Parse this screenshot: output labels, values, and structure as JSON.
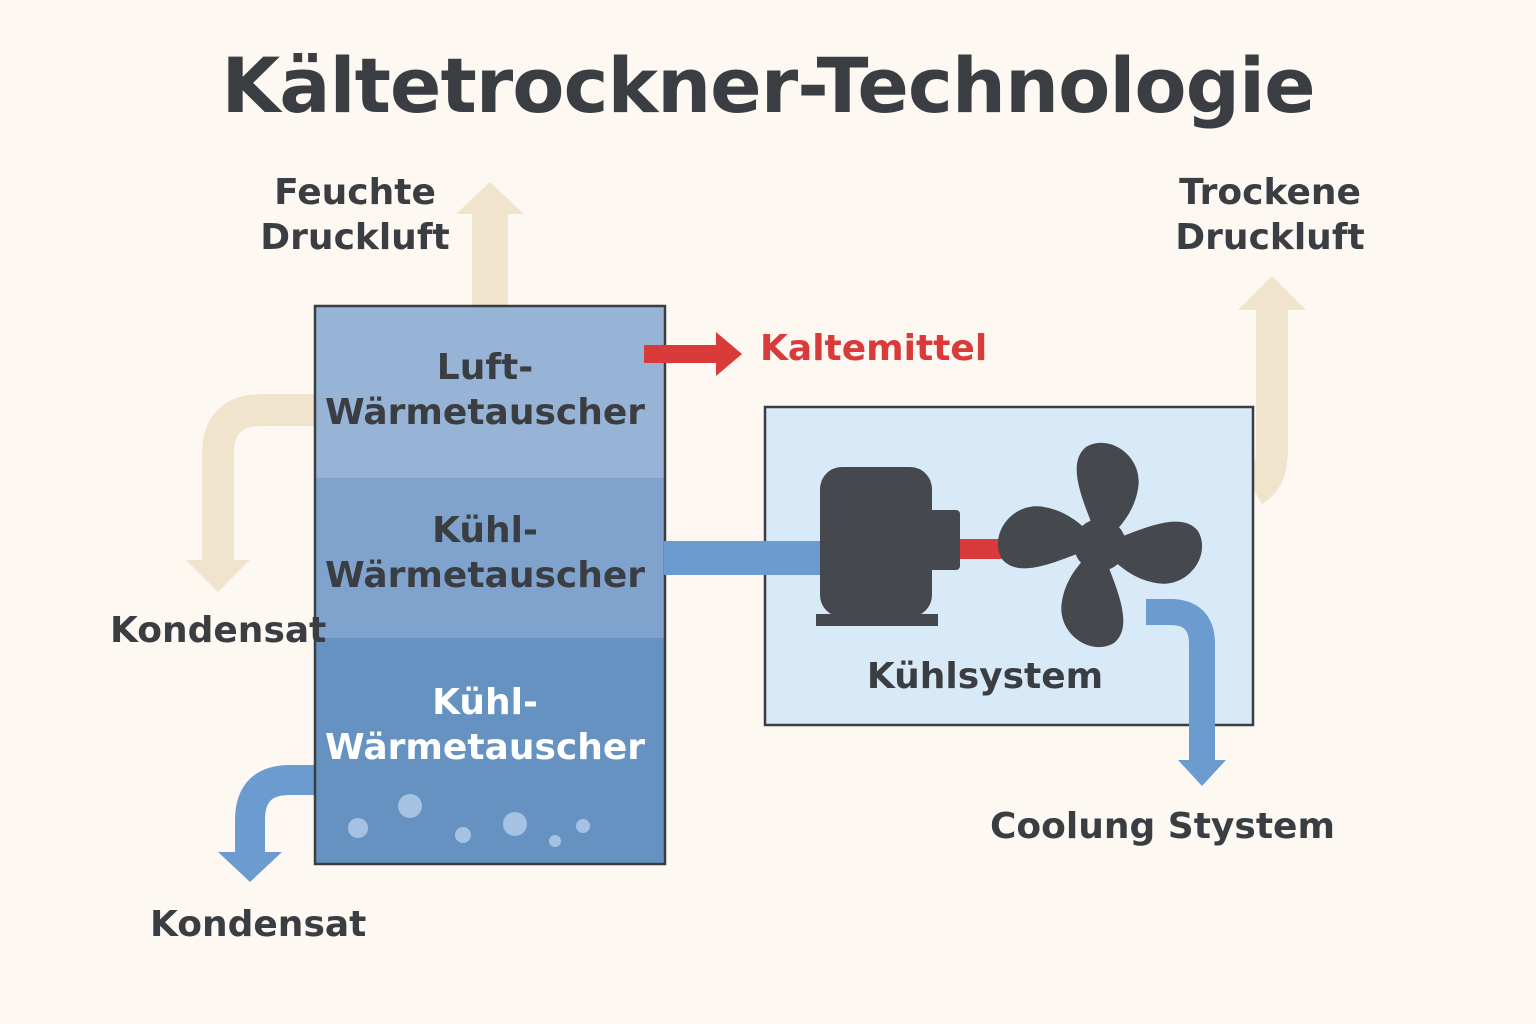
{
  "title": "Kältetrockner-Technologie",
  "inputs": {
    "moist_air_line1": "Feuchte",
    "moist_air_line2": "Druckluft",
    "dry_air_line1": "Trockene",
    "dry_air_line2": "Druckluft",
    "refrigerant": "Kaltemittel"
  },
  "exchanger": {
    "section1_line1": "Luft-",
    "section1_line2": "Wärmetauscher",
    "section2_line1": "Kühl-",
    "section2_line2": "Wärmetauscher",
    "section3_line1": "Kühl-",
    "section3_line2": "Wärmetauscher"
  },
  "outputs": {
    "condensate_upper": "Kondensat",
    "condensate_lower": "Kondensat",
    "cooling_label": "Coolung Stystem"
  },
  "cooling_box": {
    "label": "Kühlsystem"
  },
  "colors": {
    "background": "#fdf9f2",
    "air_arrow": "#f1e4cc",
    "section1": "#97b4d6",
    "section2": "#7fa3cc",
    "section3": "#6592c1",
    "cooling_box": "#d8e9f7",
    "pipe_blue": "#6c9bcf",
    "refrigerant_red": "#d93a3a",
    "machine_dark": "#45494d",
    "text": "#3a3e42"
  }
}
